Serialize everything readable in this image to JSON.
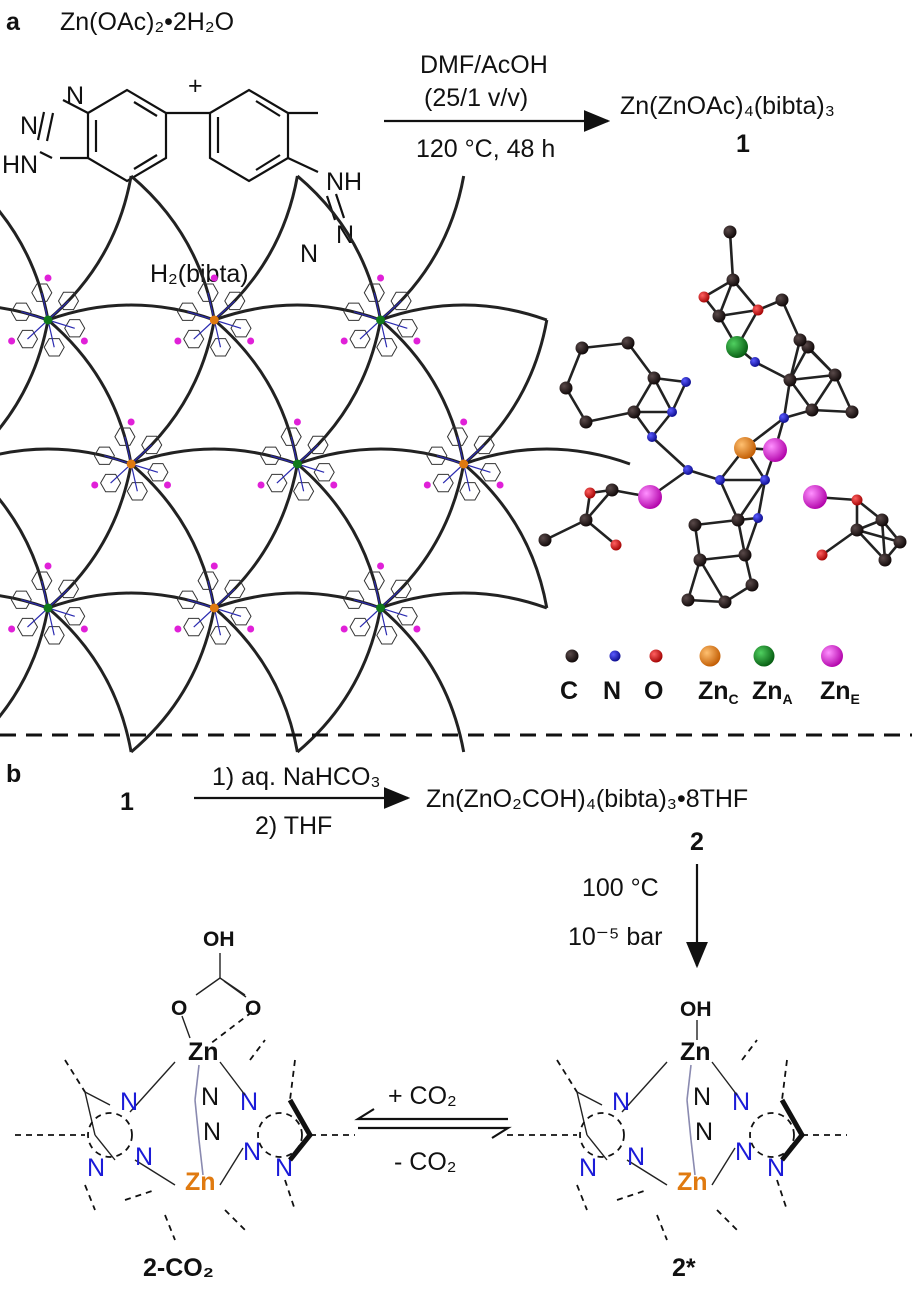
{
  "panel_a": {
    "label": "a",
    "reactant_metal": "Zn(OAc)₂•2H₂O",
    "plus": "+",
    "ligand_name": "H₂(bibta)",
    "ligand_atoms": {
      "n": "N",
      "hn": "HN",
      "nh": "NH"
    },
    "conditions_top_1": "DMF/AcOH",
    "conditions_top_2": "(25/1 v/v)",
    "conditions_bottom": "120 °C, 48 h",
    "product_formula": "Zn(ZnOAc)₄(bibta)₃",
    "product_number": "1"
  },
  "legend": {
    "items": [
      {
        "label": "C",
        "color": "#1a0d0d"
      },
      {
        "label": "N",
        "color": "#1010b0"
      },
      {
        "label": "O",
        "color": "#cc0000"
      },
      {
        "label": "Zn",
        "subscript": "C",
        "color": "#e07a10"
      },
      {
        "label": "Zn",
        "subscript": "A",
        "color": "#0f7a1a"
      },
      {
        "label": "Zn",
        "subscript": "E",
        "color": "#e020d8"
      }
    ]
  },
  "panel_b": {
    "label": "b",
    "start_number": "1",
    "step_1": "1) aq. NaHCO₃",
    "step_2": "2) THF",
    "product_formula": "Zn(ZnO₂COH)₄(bibta)₃•8THF",
    "product_number": "2",
    "activation_temp": "100 °C",
    "activation_pressure": "10⁻⁵ bar",
    "forward_label": "+ CO₂",
    "reverse_label": "- CO₂",
    "left_structure_name": "2-CO₂",
    "right_structure_name": "2*",
    "atom_labels": {
      "zn": "Zn",
      "n": "N",
      "o": "O",
      "oh": "OH"
    }
  }
}
